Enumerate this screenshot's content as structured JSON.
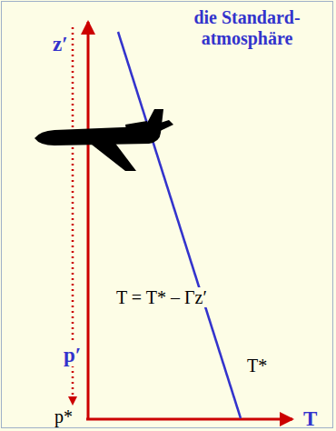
{
  "diagram": {
    "title": "die Standard- atmosphäre",
    "labels": [
      "z′",
      "T = T* – Γz′",
      "T*",
      "p′",
      "p*",
      "T"
    ]
  }
}
